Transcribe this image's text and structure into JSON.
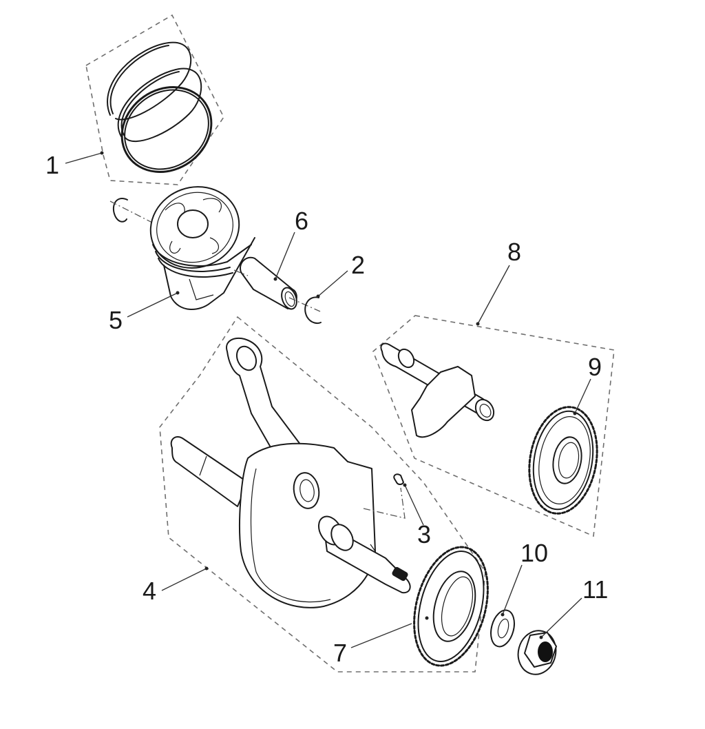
{
  "diagram": {
    "type": "exploded-parts-view",
    "colors": {
      "line": "#1a1a1a",
      "dash": "#6e6e6e",
      "background": "#ffffff"
    },
    "callouts": [
      {
        "id": "1",
        "label": "1",
        "part": "piston-ring-set"
      },
      {
        "id": "2",
        "label": "2",
        "part": "piston-pin-clip"
      },
      {
        "id": "3",
        "label": "3",
        "part": "woodruff-key"
      },
      {
        "id": "4",
        "label": "4",
        "part": "crankshaft-connecting-rod-assembly"
      },
      {
        "id": "5",
        "label": "5",
        "part": "piston"
      },
      {
        "id": "6",
        "label": "6",
        "part": "piston-pin"
      },
      {
        "id": "7",
        "label": "7",
        "part": "crankshaft-drive-gear"
      },
      {
        "id": "8",
        "label": "8",
        "part": "balancer-shaft-assembly"
      },
      {
        "id": "9",
        "label": "9",
        "part": "balancer-driven-gear"
      },
      {
        "id": "10",
        "label": "10",
        "part": "washer"
      },
      {
        "id": "11",
        "label": "11",
        "part": "flange-nut"
      }
    ]
  }
}
